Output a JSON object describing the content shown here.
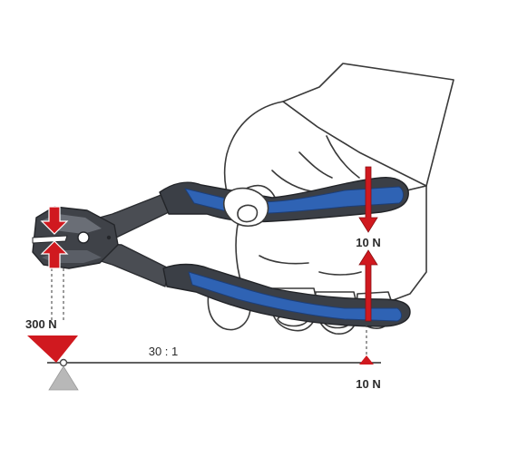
{
  "labels": {
    "jaw_force": "300 N",
    "ratio": "30 : 1",
    "hand_force": "10 N",
    "reaction_force": "10 N"
  },
  "colors": {
    "force_arrow": "#d0191f",
    "handle_grip": "#2f63b4",
    "handle_dark": "#3b3f46",
    "tool_metal": "#4a4d53",
    "outline": "#3a3a3a",
    "lever": "#4a4a4a",
    "fulcrum": "#b8b8b8"
  },
  "icons": {
    "tool": "bolt-cutter-icon",
    "hand": "gloved-hand-icon",
    "fulcrum": "fulcrum-triangle-icon"
  }
}
